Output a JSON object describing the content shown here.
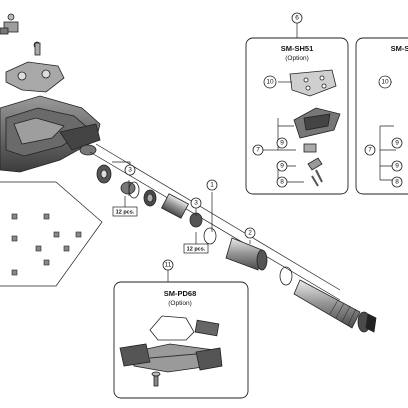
{
  "callouts": {
    "c1": "1",
    "c2": "2",
    "c3a": "3",
    "c3b": "3",
    "c6": "6",
    "c7": "7",
    "c8": "8",
    "c9": "9",
    "c10": "10",
    "c11": "11",
    "r7": "7",
    "r8": "8",
    "r9": "9",
    "r10": "10"
  },
  "quantities": {
    "q1": "12 pcs.",
    "q2": "12 pcs."
  },
  "kits": {
    "sh51": {
      "title": "SM-SH51",
      "sub": "(Option)"
    },
    "right": {
      "title": "SM-S"
    },
    "pd68": {
      "title": "SM-PD68",
      "sub": "(Option)"
    }
  },
  "colors": {
    "ink": "#222222",
    "part_dark": "#555555",
    "part_mid": "#8a8a8a",
    "part_light": "#c4c4c4"
  }
}
